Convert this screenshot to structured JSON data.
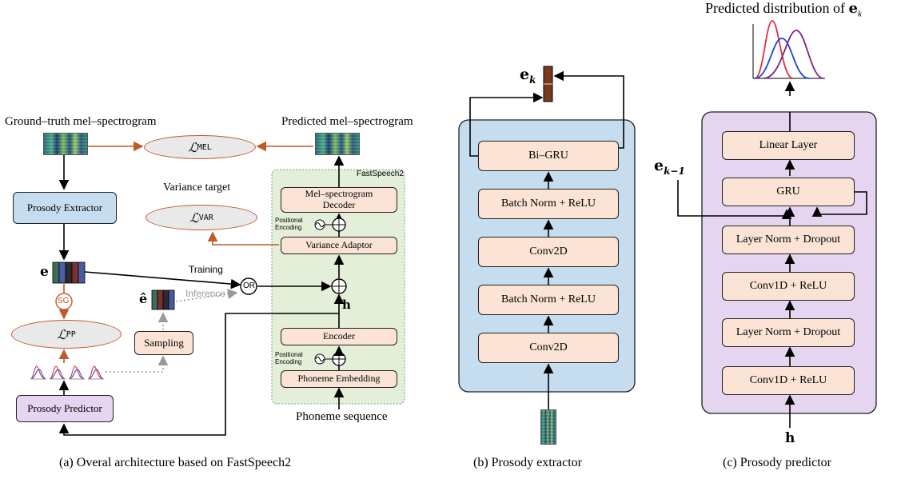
{
  "panel_a": {
    "caption": "(a)  Overal architecture based on FastSpeech2",
    "gt_mel_label": "Ground–truth mel–spectrogram",
    "pred_mel_label": "Predicted mel–spectrogram",
    "loss_mel_sub": "MEL",
    "variance_target_label": "Variance target",
    "loss_var_sub": "VAR",
    "loss_pp_sub": "PP",
    "prosody_extractor": "Prosody Extractor",
    "prosody_predictor": "Prosody Predictor",
    "sampling": "Sampling",
    "fastspeech_label": "FastSpeech2",
    "mel_decoder": "Mel–spectrogram Decoder",
    "positional_encoding": "Positional Encoding",
    "variance_adaptor": "Variance Adaptor",
    "encoder": "Encoder",
    "phoneme_embedding": "Phoneme Embedding",
    "phoneme_sequence": "Phoneme sequence",
    "training": "Training",
    "inference": "Inference",
    "or_node": "OR",
    "sg_node": "SG",
    "e_symbol": "e",
    "e_hat_symbol": "ê",
    "h_symbol": "h",
    "loss_symbol": "ℒ"
  },
  "panel_b": {
    "caption": "(b)  Prosody extractor",
    "ek_label": "e",
    "ek_sub": "k",
    "layers": [
      "Bi–GRU",
      "Batch Norm + ReLU",
      "Conv2D",
      "Batch Norm + ReLU",
      "Conv2D"
    ]
  },
  "panel_c": {
    "caption": "(c)  Prosody predictor",
    "title_prefix": "Predicted distribution of ",
    "title_symbol": "e",
    "title_sub": "k",
    "ek1_label": "e",
    "ek1_sub": "k−1",
    "layers": [
      "Linear Layer",
      "GRU",
      "Layer Norm + Dropout",
      "Conv1D + ReLU",
      "Layer Norm + Dropout",
      "Conv1D + ReLU"
    ],
    "h_label": "h"
  },
  "colors": {
    "pink": "#fbe4d6",
    "blue": "#c6dcef",
    "lavender": "#e6d5f0",
    "green": "#e3efd8",
    "loss_arrow": "#c05a2a"
  }
}
